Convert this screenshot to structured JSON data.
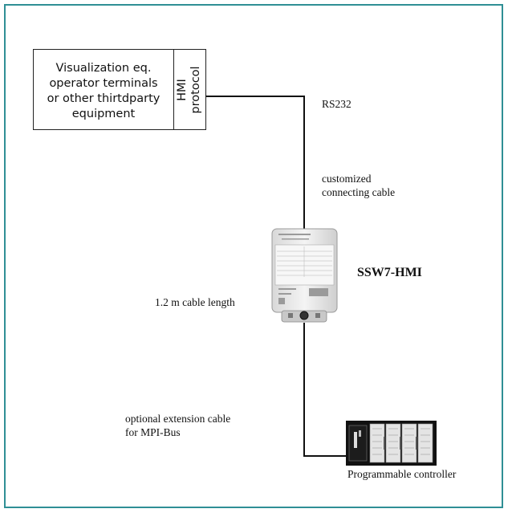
{
  "visualization": {
    "label": "Visualization eq.\noperator terminals\nor other thirtdparty\nequipment",
    "protocol": "HMI\nprotocol"
  },
  "labels": {
    "rs232": "RS232",
    "customized_cable": "customized\nconnecting cable",
    "device_name": "SSW7-HMI",
    "cable_length": "1.2 m cable length",
    "extension_cable": "optional extension cable\nfor MPI-Bus",
    "controller": "Programmable controller"
  },
  "colors": {
    "frame": "#2f8f95"
  },
  "icons": {
    "device": "ssw7-hmi-adapter-image",
    "controller": "plc-rack-image"
  }
}
